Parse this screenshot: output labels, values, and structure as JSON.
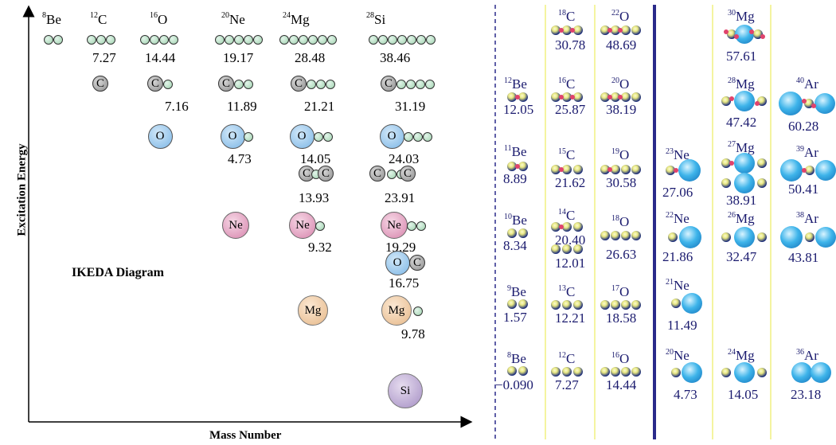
{
  "left_panel": {
    "title": "IKEDA Diagram",
    "y_axis_label": "Excitation Energy",
    "x_axis_label": "Mass Number",
    "top_nuclei": [
      {
        "sym": "Be",
        "mass": "8"
      },
      {
        "sym": "C",
        "mass": "12"
      },
      {
        "sym": "O",
        "mass": "16"
      },
      {
        "sym": "Ne",
        "mass": "20"
      },
      {
        "sym": "Mg",
        "mass": "24"
      },
      {
        "sym": "Si",
        "mass": "28"
      }
    ],
    "values": {
      "c12_alpha": "7.27",
      "o16_alpha": "14.44",
      "ne20_alpha": "19.17",
      "mg24_alpha": "28.48",
      "si28_alpha": "38.46",
      "o16_c": "7.16",
      "ne20_c": "11.89",
      "mg24_c": "21.21",
      "si28_c": "31.19",
      "ne20_o": "4.73",
      "mg24_o": "14.05",
      "si28_o": "24.03",
      "mg24_cc": "13.93",
      "si28_cc": "23.91",
      "mg24_ne": "9.32",
      "si28_ne": "19.29",
      "si28_oc": "16.75",
      "si28_mg": "9.78"
    },
    "ball_labels": {
      "c": "C",
      "o": "O",
      "ne": "Ne",
      "mg": "Mg",
      "si": "Si"
    }
  },
  "right_panel": {
    "entries": [
      {
        "sym": "C",
        "mass": "18",
        "val": "30.78"
      },
      {
        "sym": "O",
        "mass": "22",
        "val": "48.69"
      },
      {
        "sym": "Mg",
        "mass": "30",
        "val": "57.61"
      },
      {
        "sym": "Be",
        "mass": "12",
        "val": "12.05"
      },
      {
        "sym": "C",
        "mass": "16",
        "val": "25.87"
      },
      {
        "sym": "O",
        "mass": "20",
        "val": "38.19"
      },
      {
        "sym": "Mg",
        "mass": "28",
        "val": "47.42"
      },
      {
        "sym": "Ar",
        "mass": "40",
        "val": "60.28"
      },
      {
        "sym": "Be",
        "mass": "11",
        "val": "8.89"
      },
      {
        "sym": "C",
        "mass": "15",
        "val": "21.62"
      },
      {
        "sym": "O",
        "mass": "19",
        "val": "30.58"
      },
      {
        "sym": "Ne",
        "mass": "23",
        "val": "27.06"
      },
      {
        "sym": "Mg",
        "mass": "27",
        "val": "38.91"
      },
      {
        "sym": "Ar",
        "mass": "39",
        "val": "50.41"
      },
      {
        "sym": "Be",
        "mass": "10",
        "val": "8.34"
      },
      {
        "sym": "C",
        "mass": "14",
        "val": "20.40"
      },
      {
        "sym": "C",
        "mass": "",
        "val": "12.01"
      },
      {
        "sym": "O",
        "mass": "18",
        "val": "26.63"
      },
      {
        "sym": "Ne",
        "mass": "22",
        "val": "21.86"
      },
      {
        "sym": "Mg",
        "mass": "26",
        "val": "32.47"
      },
      {
        "sym": "Ar",
        "mass": "38",
        "val": "43.81"
      },
      {
        "sym": "Be",
        "mass": "9",
        "val": "1.57"
      },
      {
        "sym": "C",
        "mass": "13",
        "val": "12.21"
      },
      {
        "sym": "O",
        "mass": "17",
        "val": "18.58"
      },
      {
        "sym": "Ne",
        "mass": "21",
        "val": "11.49"
      },
      {
        "sym": "Be",
        "mass": "8",
        "val": "−0.090"
      },
      {
        "sym": "C",
        "mass": "12",
        "val": "7.27"
      },
      {
        "sym": "O",
        "mass": "16",
        "val": "14.44"
      },
      {
        "sym": "Ne",
        "mass": "20",
        "val": "4.73"
      },
      {
        "sym": "Mg",
        "mass": "24",
        "val": "14.05"
      },
      {
        "sym": "Ar",
        "mass": "36",
        "val": "23.18"
      }
    ]
  },
  "colors": {
    "alpha": "#9ed3ae",
    "carbon": "#8e8e8e",
    "oxygen": "#7cb6e6",
    "neon": "#d784ac",
    "magnesium": "#e6b888",
    "silicon": "#a58fc4",
    "right_text": "#1a1a6e",
    "divider_blue": "#2a2a8a",
    "guide_yellow": "#f0f080"
  }
}
